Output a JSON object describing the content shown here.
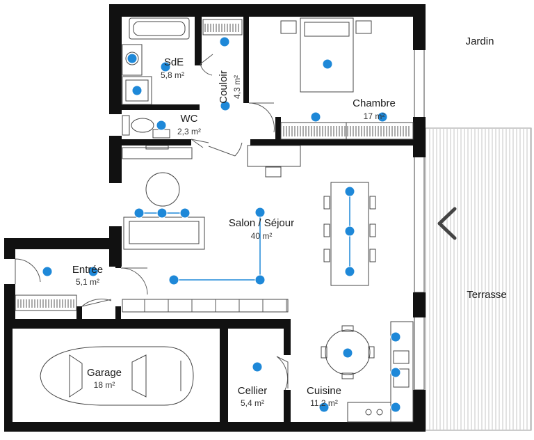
{
  "plan": {
    "rooms": [
      {
        "id": "sde",
        "name": "SdE",
        "area": "5,8 m²"
      },
      {
        "id": "couloir",
        "name": "Couloir",
        "area": "4,3 m²"
      },
      {
        "id": "chambre",
        "name": "Chambre",
        "area": "17 m²"
      },
      {
        "id": "wc",
        "name": "WC",
        "area": "2,3 m²"
      },
      {
        "id": "salon",
        "name": "Salon / Séjour",
        "area": "40 m²"
      },
      {
        "id": "entree",
        "name": "Entrée",
        "area": "5,1 m²"
      },
      {
        "id": "garage",
        "name": "Garage",
        "area": "18 m²"
      },
      {
        "id": "cellier",
        "name": "Cellier",
        "area": "5,4 m²"
      },
      {
        "id": "cuisine",
        "name": "Cuisine",
        "area": "11,2 m²"
      }
    ],
    "outside": {
      "jardin": "Jardin",
      "terrasse": "Terrasse"
    },
    "colors": {
      "walls": "#111111",
      "points": "#1e88d8",
      "lines": "#1e88d8",
      "terrace": "#bdbdbd"
    },
    "icons": {
      "nav": "chevron-left-icon"
    }
  }
}
